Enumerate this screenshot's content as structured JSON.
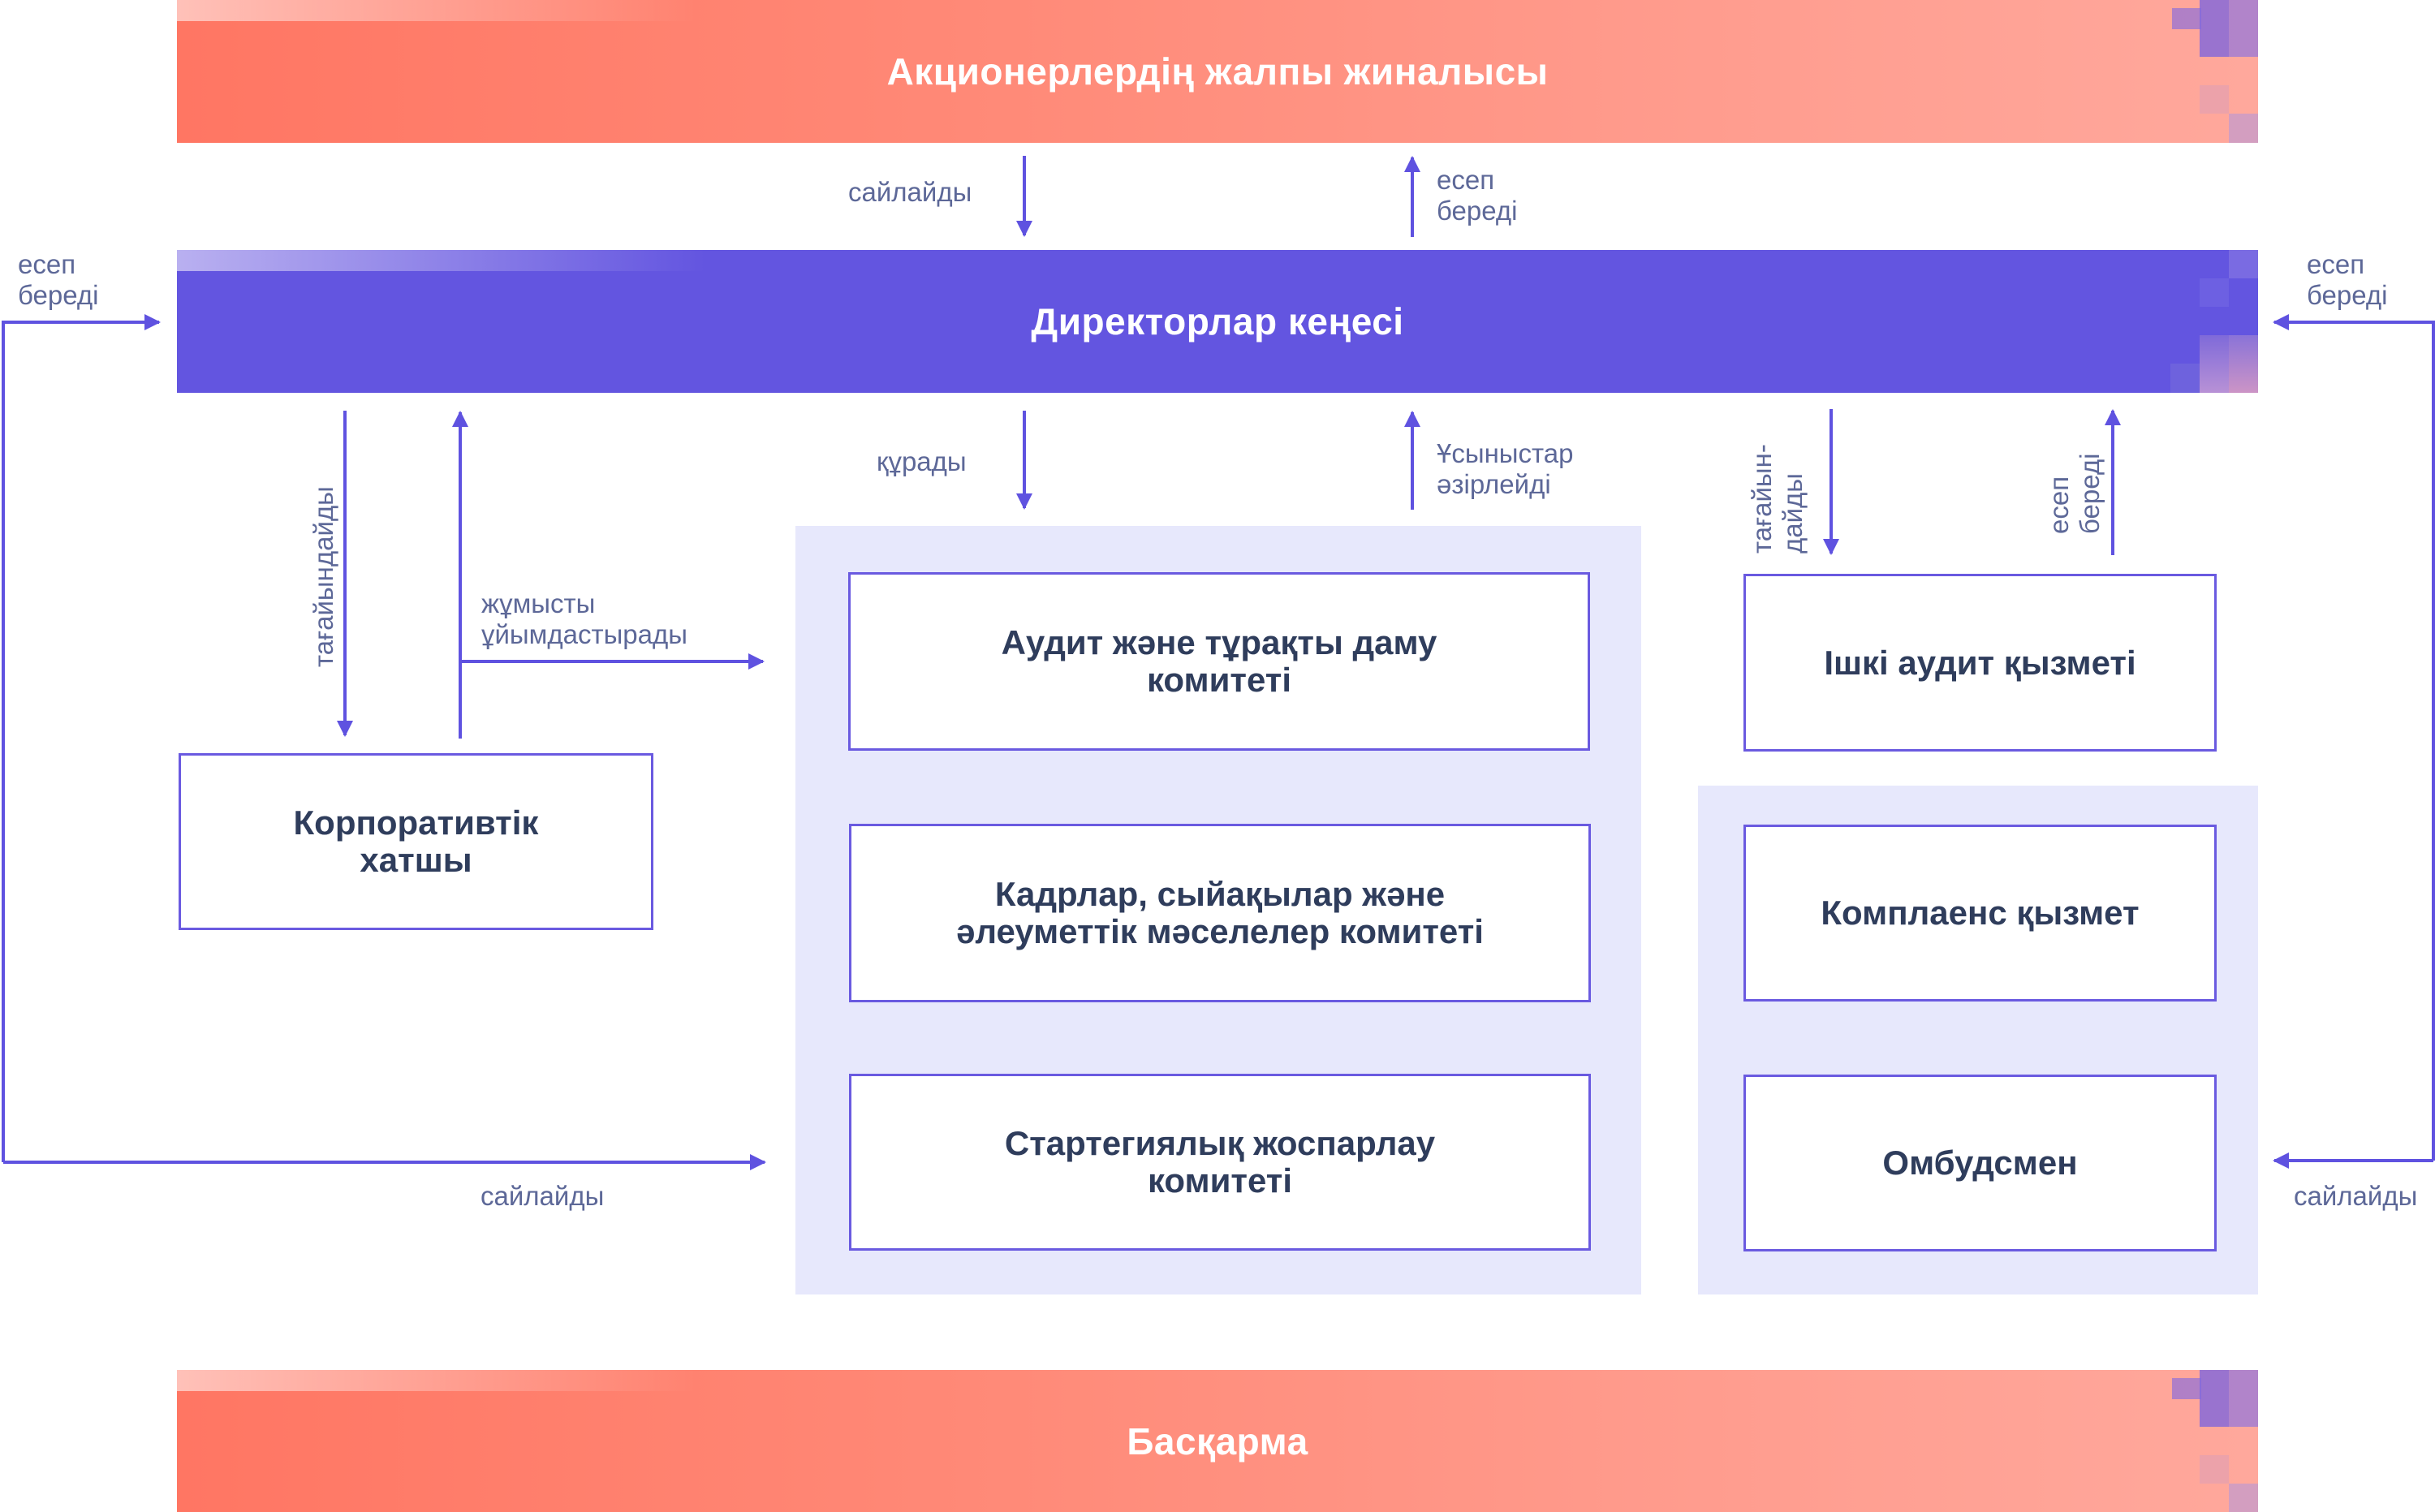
{
  "diagram": {
    "title": "Corporate governance structure",
    "colors": {
      "coral_bar": "#ff7663",
      "board_bar": "#6355e0",
      "arrow": "#5f52e0",
      "panel_bg": "#e7e8fc",
      "box_border": "#6a5ae0",
      "box_text": "#2f3d5c",
      "label_text": "#5d6898"
    },
    "bars": {
      "shareholders": "Акционерлердің жалпы жиналысы",
      "board": "Директорлар кеңесі",
      "management": "Басқарма"
    },
    "boxes": {
      "corporate_secretary": "Корпоративтік\nхатшы",
      "audit_committee": "Аудит және тұрақты даму\nкомитеті",
      "hr_committee": "Кадрлар, сыйақылар және\nәлеуметтік мәселелер комитеті",
      "strategy_committee": "Стартегиялық жоспарлау\nкомитеті",
      "internal_audit": "Ішкі аудит қызметі",
      "compliance": "Комплаенс қызмет",
      "ombudsman": "Омбудсмен"
    },
    "labels": {
      "elects_top": "сайлайды",
      "reports_top": "есеп\nбереді",
      "reports_left": "есеп\nбереді",
      "reports_right": "есеп\nбереді",
      "appoints_secretary": "тағайындайды",
      "organizes_work": "жұмысты\nұйымдастырады",
      "forms": "құрады",
      "prepares_proposals": "Ұсыныстар\nәзірлейді",
      "appoints_audit": "тағайын-\nдайды",
      "reports_audit": "есеп\nбереді",
      "elects_left": "сайлайды",
      "elects_right": "сайлайды"
    }
  }
}
